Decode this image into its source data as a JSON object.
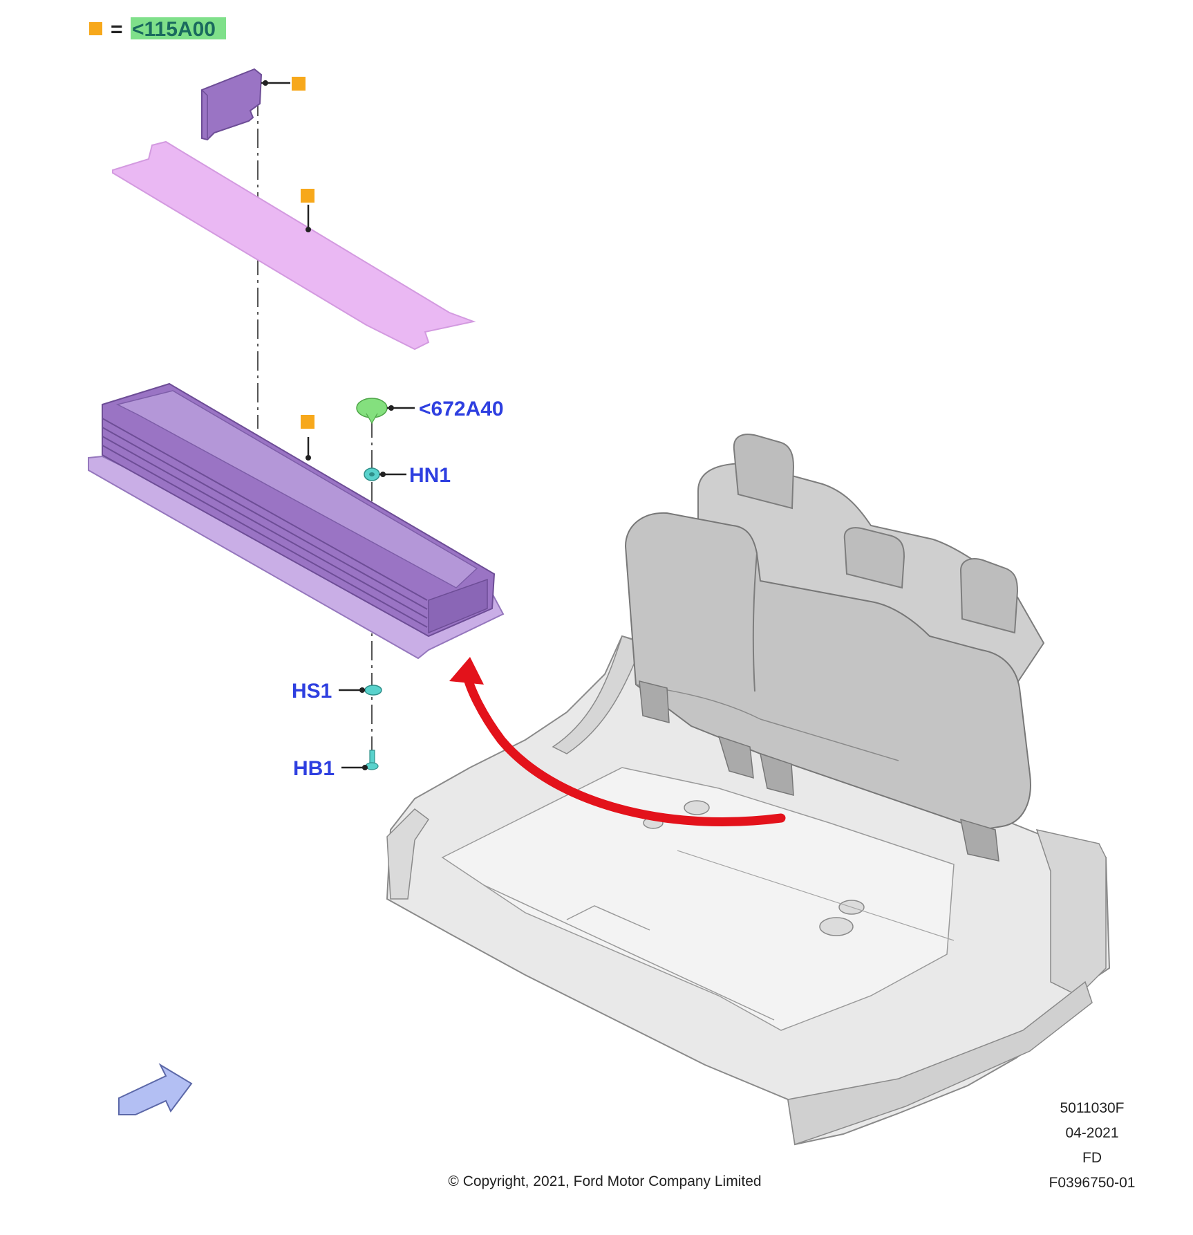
{
  "legend": {
    "equals": "=",
    "code": "<115A00",
    "swatch_color": "#f7a81b",
    "highlight_color": "#7fe08a"
  },
  "callouts": {
    "grommet": "<672A40",
    "nut": "HN1",
    "spacer": "HS1",
    "bolt": "HB1"
  },
  "drawing_info": {
    "illustration_number": "5011030F",
    "date": "04-2021",
    "code": "FD",
    "figure_id": "F0396750-01"
  },
  "copyright": "© Copyright, 2021, Ford Motor Company Limited",
  "colors": {
    "part_purple": "#9a74c4",
    "part_purple_light": "#c9aee6",
    "mat_pink": "#eab8f3",
    "callout_blue": "#2e3fe0",
    "grommet_green": "#84e07e",
    "fastener_cyan": "#59d2cc",
    "arrow_red": "#e3121b",
    "vehicle_gray": "#b9b9b9",
    "nav_arrow_blue": "#b3bff3"
  },
  "icons": {
    "part_marker": "orange-square-icon",
    "view_direction": "view-direction-arrow-icon",
    "install_arrow": "install-direction-arrow-icon"
  }
}
